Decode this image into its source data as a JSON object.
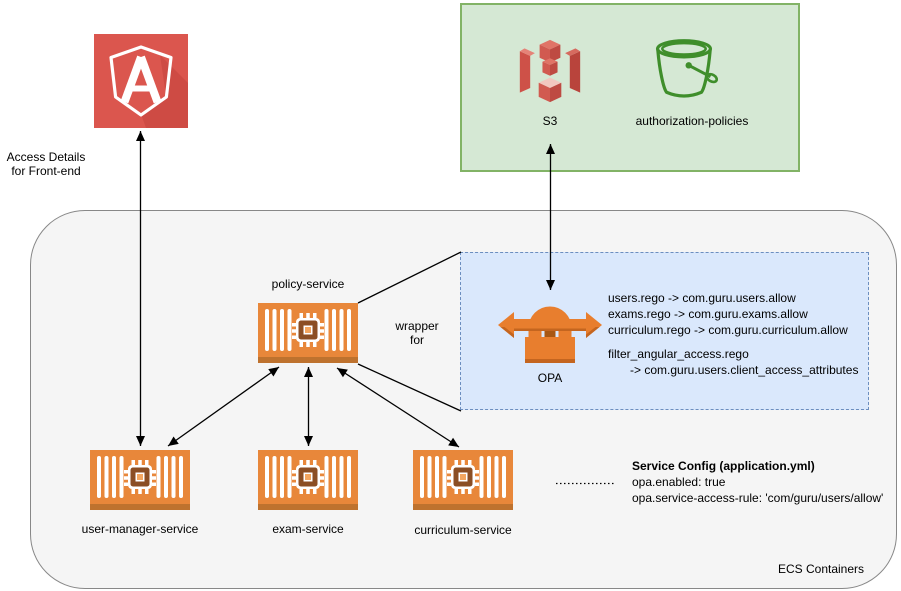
{
  "frontend": {
    "note_line1": "Access Details",
    "note_line2": "for Front-end"
  },
  "s3_box": {
    "s3_label": "S3",
    "bucket_label": "authorization-policies"
  },
  "ecs_box": {
    "label": "ECS Containers",
    "policy_service_label": "policy-service",
    "wrapper_line1": "wrapper",
    "wrapper_line2": "for",
    "services": [
      "user-manager-service",
      "exam-service",
      "curriculum-service"
    ]
  },
  "opa_box": {
    "opa_label": "OPA",
    "mapping_lines": [
      "users.rego -> com.guru.users.allow",
      "exams.rego -> com.guru.exams.allow",
      "curriculum.rego -> com.guru.curriculum.allow"
    ],
    "filter_line1": "filter_angular_access.rego",
    "filter_line2": "-> com.guru.users.client_access_attributes"
  },
  "service_config": {
    "title": "Service Config (application.yml)",
    "line1": "opa.enabled: true",
    "line2": "opa.service-access-rule: 'com/guru/users/allow'"
  },
  "icons": {
    "angular": "angular-shield-icon",
    "s3": "aws-s3-icon",
    "bucket": "s3-bucket-icon",
    "container": "ecs-container-icon",
    "opa": "opa-padlock-icon"
  },
  "colors": {
    "container_orange": "#E8873A",
    "container_bar": "#BE722E",
    "opa_orange": "#E87E2E",
    "angular_red": "#DB564E",
    "s3_red": "#CE5148",
    "bucket_green": "#3F8E2B",
    "green_box_bg": "#d5e8d4",
    "green_box_border": "#82b366",
    "blue_box_bg": "#dae8fc",
    "blue_box_border": "#6c8ebf",
    "ecs_bg": "#f5f5f5"
  }
}
